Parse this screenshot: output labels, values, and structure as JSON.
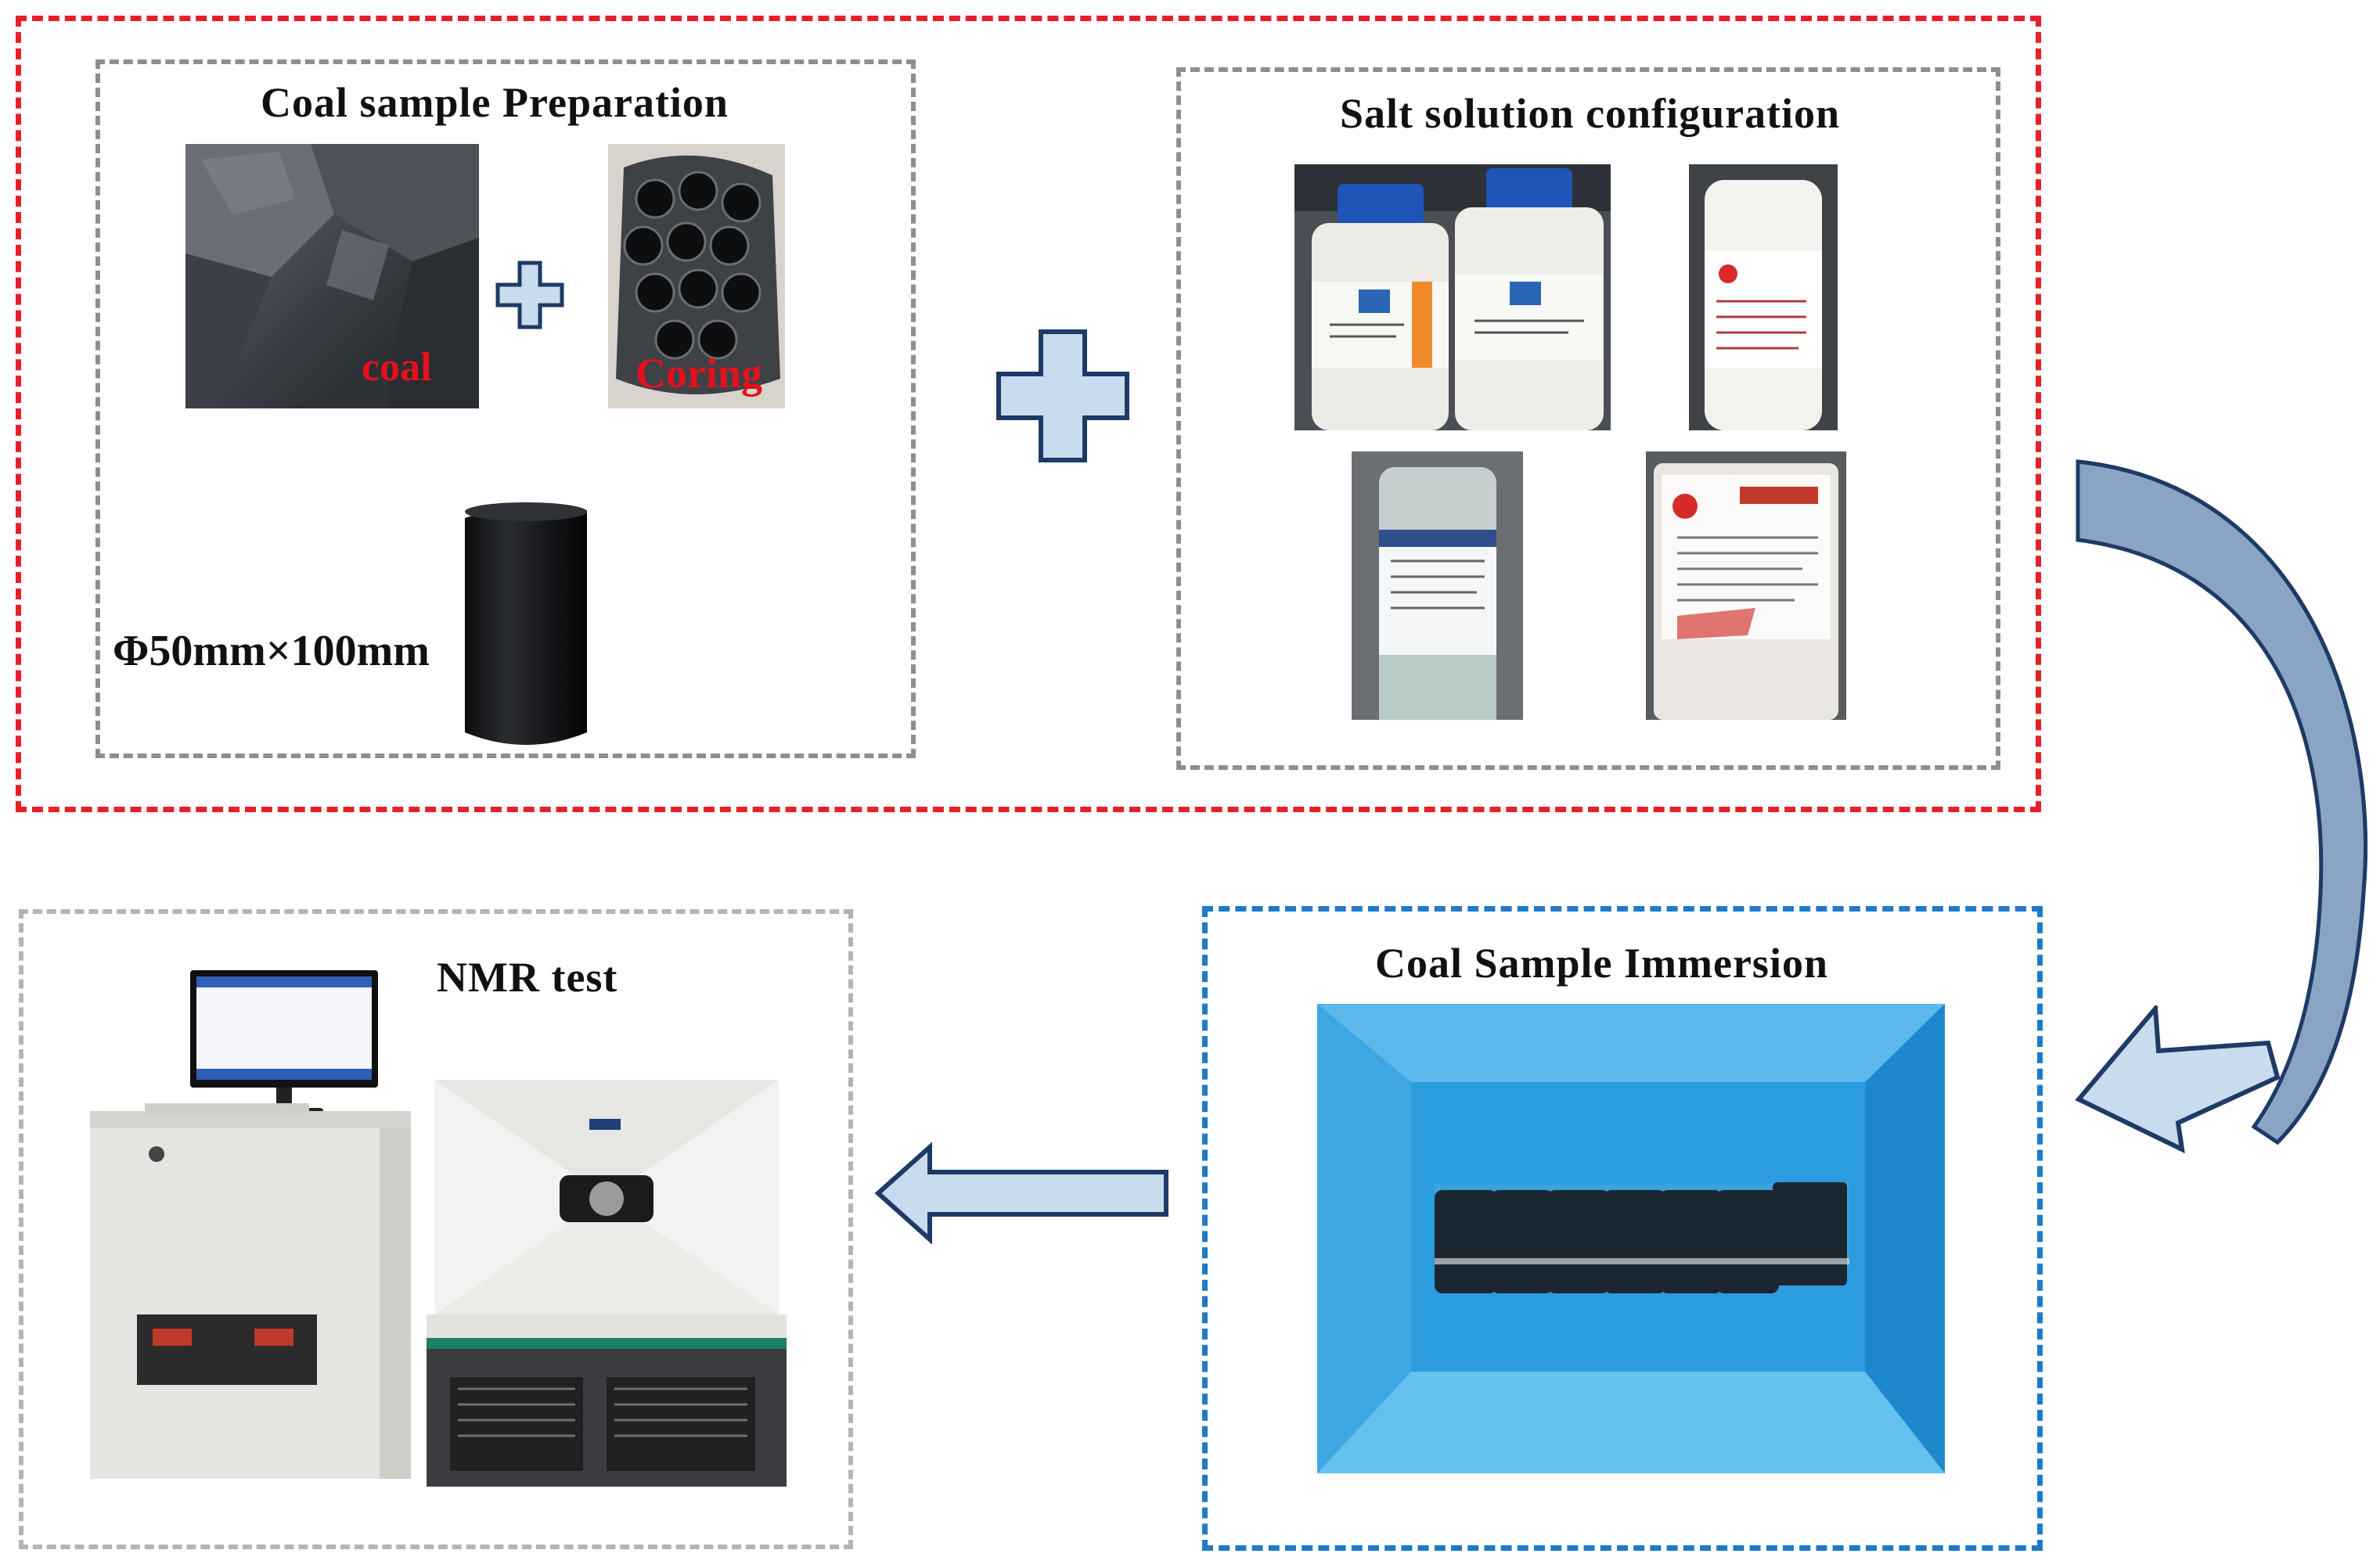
{
  "panels": {
    "coal_prep": {
      "title": "Coal sample Preparation",
      "coal_label": "coal",
      "coring_label": "Coring",
      "dimension": "Φ50mm×100mm"
    },
    "salt": {
      "title": "Salt solution configuration"
    },
    "immersion": {
      "title": "Coal Sample Immersion"
    },
    "nmr": {
      "title": "NMR test"
    }
  },
  "colors": {
    "outer_frame": "#e5202a",
    "immersion_frame": "#1f7ac8",
    "panel_frame": "#8e8e8e",
    "arrow_fill": "#c9dcef",
    "arrow_stroke": "#1e3a66",
    "label_red": "#e5101a"
  },
  "icons": [
    "plus-icon",
    "curved-arrow-icon",
    "left-arrow-icon"
  ]
}
